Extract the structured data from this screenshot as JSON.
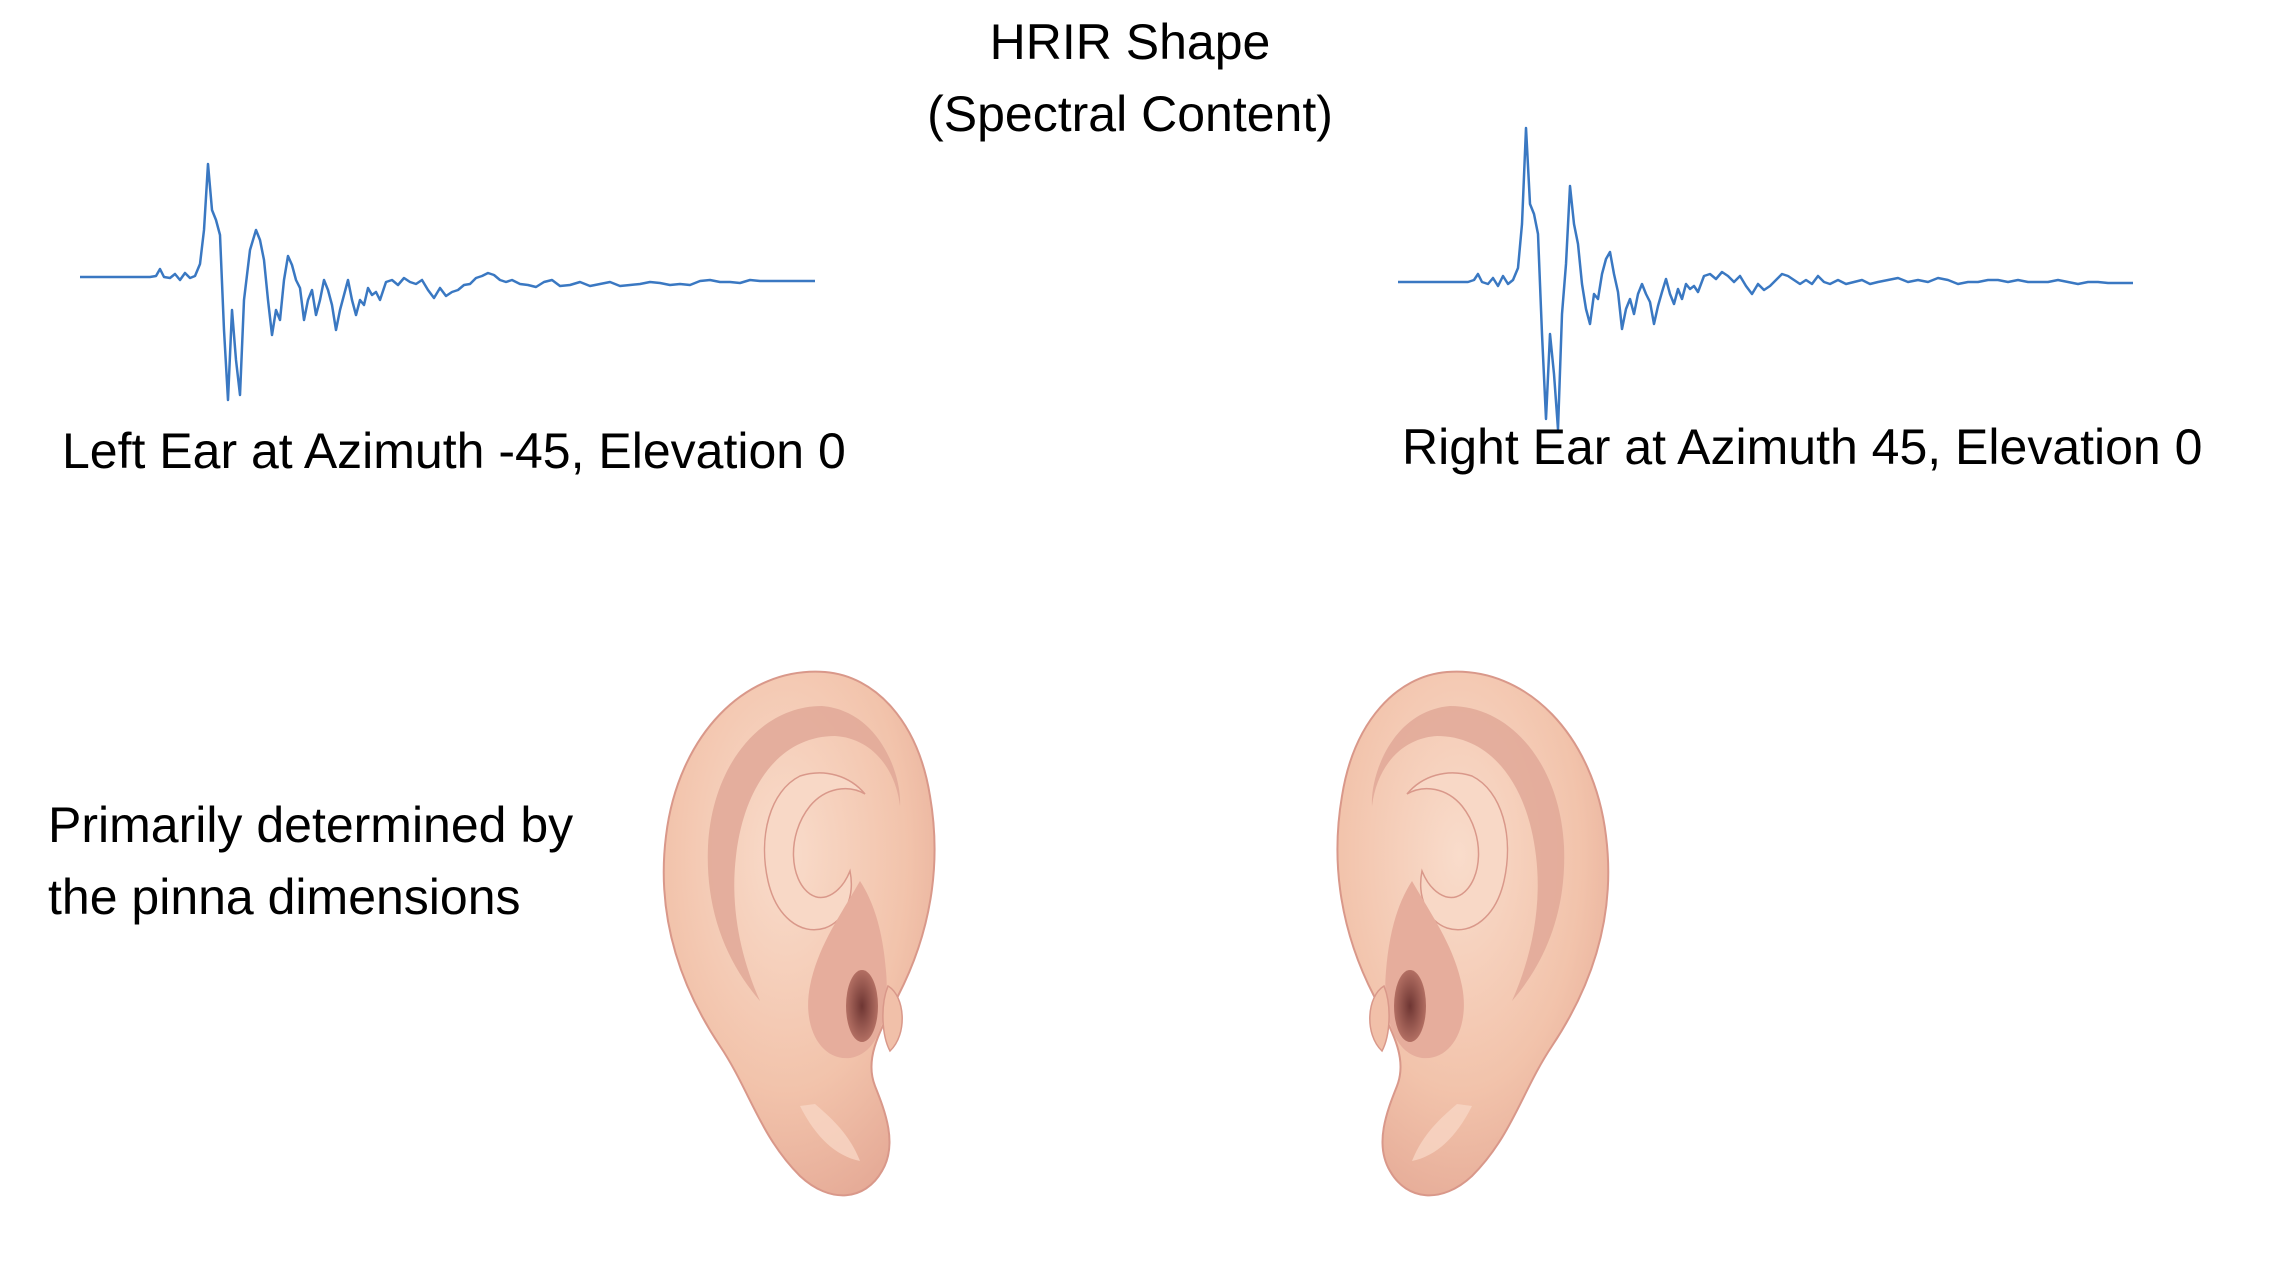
{
  "title": {
    "line1": "HRIR Shape",
    "line2": "(Spectral Content)"
  },
  "left": {
    "caption": "Left Ear at Azimuth -45, Elevation 0"
  },
  "right": {
    "caption": "Right Ear at Azimuth 45, Elevation 0"
  },
  "note": {
    "line1": "Primarily determined by",
    "line2": "the pinna dimensions"
  },
  "colors": {
    "waveform": "#3a78c2",
    "skin": "#f3c8b0",
    "skin_shadow": "#d9988a",
    "canal": "#8b4e47"
  },
  "icons": {
    "left_ear": "ear-illustration",
    "right_ear": "ear-illustration"
  }
}
